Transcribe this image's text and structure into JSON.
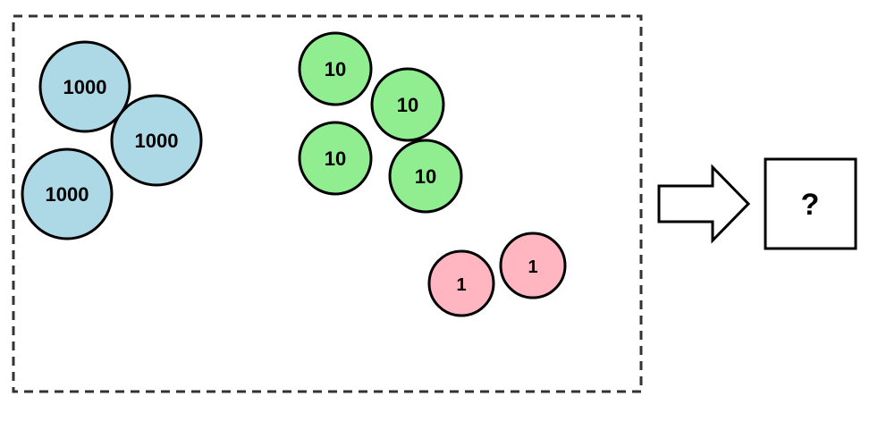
{
  "coins": [
    {
      "label": "1000",
      "group": "blue"
    },
    {
      "label": "1000",
      "group": "blue"
    },
    {
      "label": "1000",
      "group": "blue"
    },
    {
      "label": "10",
      "group": "green"
    },
    {
      "label": "10",
      "group": "green"
    },
    {
      "label": "10",
      "group": "green"
    },
    {
      "label": "10",
      "group": "green"
    },
    {
      "label": "1",
      "group": "pink"
    },
    {
      "label": "1",
      "group": "pink"
    }
  ],
  "colors": {
    "blue": "#add8e6",
    "green": "#90ee90",
    "pink": "#ffb6c1"
  },
  "result": {
    "label": "?"
  }
}
